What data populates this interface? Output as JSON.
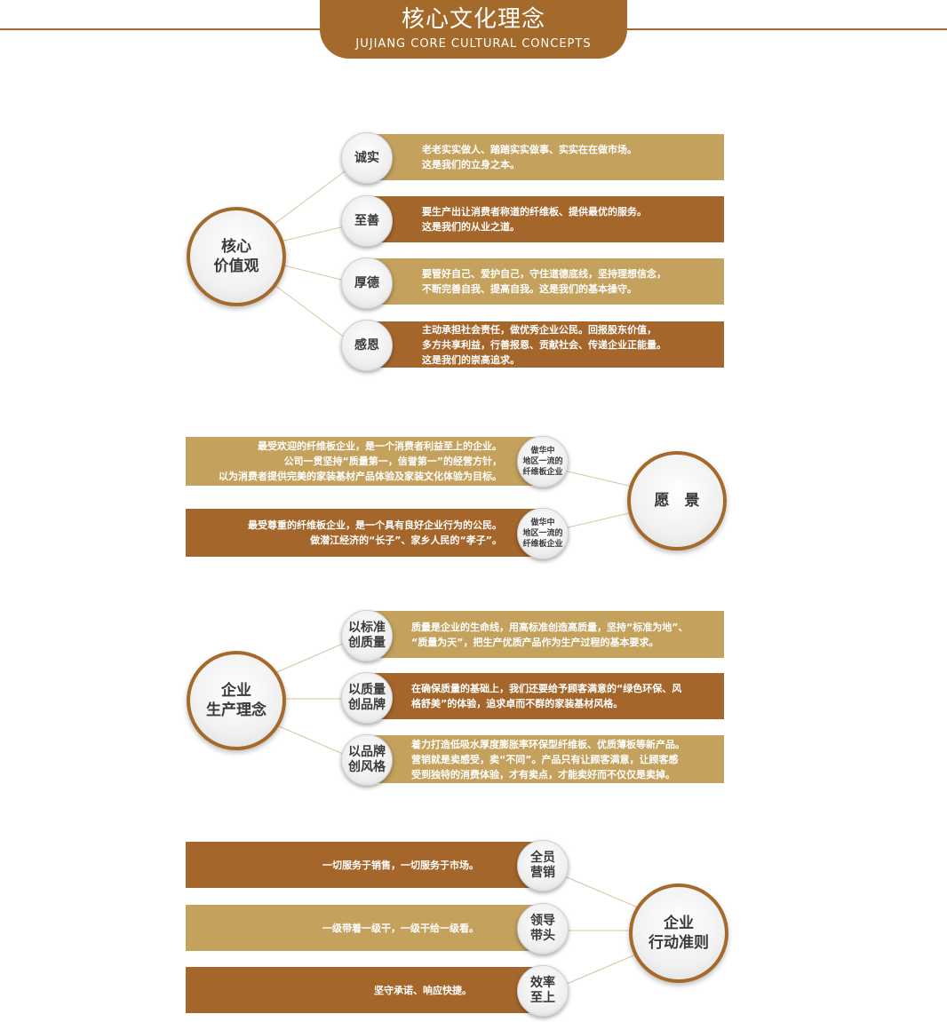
{
  "header": {
    "title_cn": "核心文化理念",
    "title_en": "JUJIANG CORE CULTURAL CONCEPTS"
  },
  "colors": {
    "accent": "#a36a2c",
    "light_bar": "#c4a15d",
    "dark_bar": "#a5662b"
  },
  "core_values": {
    "center": [
      "核心",
      "价值观"
    ],
    "items": [
      {
        "label": "诚实",
        "lines": [
          "老老实实做人、踏踏实实做事、实实在在做市场。",
          "这是我们的立身之本。"
        ]
      },
      {
        "label": "至善",
        "lines": [
          "要生产出让消费者称道的纤维板、提供最优的服务。",
          "这是我们的从业之道。"
        ]
      },
      {
        "label": "厚德",
        "lines": [
          "要管好自己、爱护自己，守住道德底线，坚持理想信念，",
          "不断完善自我、提高自我。这是我们的基本操守。"
        ]
      },
      {
        "label": "感恩",
        "lines": [
          "主动承担社会责任，做优秀企业公民。回报股东价值，",
          "多方共享利益，行善报恩、贡献社会、传递企业正能量。",
          "这是我们的崇高追求。"
        ]
      }
    ]
  },
  "vision": {
    "center": "愿　景",
    "items": [
      {
        "badge": [
          "做华中",
          "地区一流的",
          "纤维板企业"
        ],
        "lines": [
          "最受欢迎的纤维板企业，是一个消费者利益至上的企业。",
          "公司一贯坚持“质量第一，信誉第一”的经营方针，",
          "以为消费者提供完美的家装基材产品体验及家装文化体验为目标。"
        ]
      },
      {
        "badge": [
          "做华中",
          "地区一流的",
          "纤维板企业"
        ],
        "lines": [
          "最受尊重的纤维板企业，是一个具有良好企业行为的公民。",
          "做潜江经济的“长子”、家乡人民的“孝子”。"
        ]
      }
    ]
  },
  "production": {
    "center": [
      "企业",
      "生产理念"
    ],
    "items": [
      {
        "label": [
          "以标准",
          "创质量"
        ],
        "lines": [
          "质量是企业的生命线，用高标准创造高质量，坚持“标准为地”、",
          "“质量为天”，把生产优质产品作为生产过程的基本要求。"
        ]
      },
      {
        "label": [
          "以质量",
          "创品牌"
        ],
        "lines": [
          "在确保质量的基础上，我们还要给予顾客满意的“绿色环保、风",
          "格舒美”的体验，追求卓而不群的家装基材风格。"
        ]
      },
      {
        "label": [
          "以品牌",
          "创风格"
        ],
        "lines": [
          "着力打造低吸水厚度膨胀率环保型纤维板、优质薄板等新产品。",
          "营销就是卖感受，卖“不同”。产品只有让顾客满意，让顾客感",
          "受到独特的消费体验，才有卖点，才能卖好而不仅仅是卖掉。"
        ]
      }
    ]
  },
  "conduct": {
    "center": [
      "企业",
      "行动准则"
    ],
    "items": [
      {
        "label": [
          "全员",
          "营销"
        ],
        "lines": [
          "一切服务于销售，一切服务于市场。"
        ]
      },
      {
        "label": [
          "领导",
          "带头"
        ],
        "lines": [
          "一级带着一级干，一级干给一级看。"
        ]
      },
      {
        "label": [
          "效率",
          "至上"
        ],
        "lines": [
          "坚守承诺、响应快捷。"
        ]
      }
    ]
  }
}
